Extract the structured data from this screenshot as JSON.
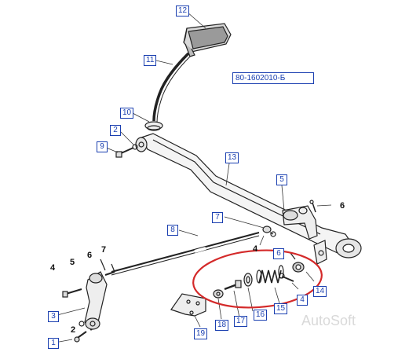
{
  "diagram": {
    "part_code": "80-1602010-Б",
    "watermark": "AutoSoft",
    "callouts": [
      {
        "id": "c12",
        "label": "12"
      },
      {
        "id": "c11",
        "label": "11"
      },
      {
        "id": "c10",
        "label": "10"
      },
      {
        "id": "c2a",
        "label": "2"
      },
      {
        "id": "c9",
        "label": "9"
      },
      {
        "id": "c13",
        "label": "13"
      },
      {
        "id": "c5a",
        "label": "5"
      },
      {
        "id": "c7a",
        "label": "7"
      },
      {
        "id": "c8",
        "label": "8"
      },
      {
        "id": "c6a",
        "label": "6"
      },
      {
        "id": "c4a",
        "label": "4"
      },
      {
        "id": "c14",
        "label": "14"
      },
      {
        "id": "c15",
        "label": "15"
      },
      {
        "id": "c16",
        "label": "16"
      },
      {
        "id": "c17",
        "label": "17"
      },
      {
        "id": "c18",
        "label": "18"
      },
      {
        "id": "c19",
        "label": "19"
      },
      {
        "id": "c3",
        "label": "3"
      },
      {
        "id": "c1",
        "label": "1"
      }
    ],
    "plain_labels": [
      {
        "id": "p6a",
        "label": "6"
      },
      {
        "id": "p4a",
        "label": "4"
      },
      {
        "id": "p4b",
        "label": "4"
      },
      {
        "id": "p5b",
        "label": "5"
      },
      {
        "id": "p6b",
        "label": "6"
      },
      {
        "id": "p7b",
        "label": "7"
      },
      {
        "id": "p2b",
        "label": "2"
      }
    ],
    "highlight_color": "#d42a2a",
    "callout_color": "#1a3fb0"
  }
}
